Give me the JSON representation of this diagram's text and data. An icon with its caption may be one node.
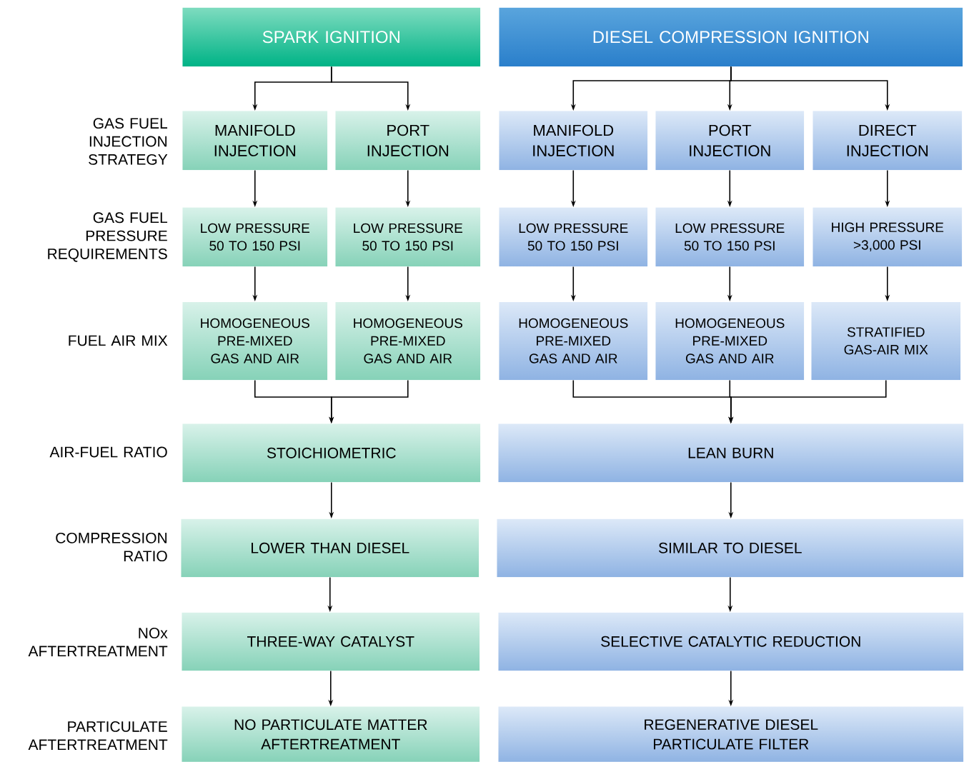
{
  "diagram": {
    "nodes": [
      {
        "text": [
          "SPARK IGNITION"
        ]
      },
      {
        "text": [
          "DIESEL COMPRESSION IGNITION"
        ]
      },
      {
        "text": [
          "MANIFOLD INJECTION"
        ]
      },
      {
        "text": [
          "PORT INJECTION"
        ]
      },
      {
        "text": [
          "MANIFOLD INJECTION"
        ]
      },
      {
        "text": [
          "PORT INJECTION"
        ]
      },
      {
        "text": [
          "DIRECT INJECTION"
        ]
      },
      {
        "text": [
          "LOW PRESSURE 50 TO 150 PSI"
        ]
      },
      {
        "text": [
          "LOW PRESSURE 50 TO 150 PSI"
        ]
      },
      {
        "text": [
          "LOW PRESSURE 50 TO 150 PSI"
        ]
      },
      {
        "text": [
          "LOW PRESSURE 50 TO 150 PSI"
        ]
      },
      {
        "text": [
          "HIGH PRESSURE >3,000 PSI"
        ]
      },
      {
        "text": [
          "HOMOGENEOUS PRE-MIXED GAS AND AIR"
        ]
      },
      {
        "text": [
          "HOMOGENEOUS PRE-MIXED GAS AND AIR"
        ]
      },
      {
        "text": [
          "HOMOGENEOUS PRE-MIXED GAS AND AIR"
        ]
      },
      {
        "text": [
          "HOMOGENEOUS PRE-MIXED GAS AND AIR"
        ]
      },
      {
        "text": [
          "STRATIFIED GAS-AIR MIX"
        ]
      },
      {
        "text": [
          "STOICHIOMETRIC"
        ]
      },
      {
        "text": [
          "LEAN BURN"
        ]
      },
      {
        "text": [
          "LOWER THAN DIESEL"
        ]
      },
      {
        "text": [
          "SIMILAR TO DIESEL"
        ]
      },
      {
        "text": [
          "THREE-WAY CATALYST"
        ]
      },
      {
        "text": [
          "SELECTIVE CATALYTIC REDUCTION"
        ]
      },
      {
        "text": [
          "NO PARTICULATE MATTER AFTERTREATMENT"
        ]
      },
      {
        "text": [
          "REGENERATIVE DIESEL PARTICULATE FILTER"
        ]
      }
    ],
    "edges": [
      {
        "from": 0,
        "to": 2,
        "arrow": "to"
      },
      {
        "from": 0,
        "to": 3,
        "arrow": "to"
      },
      {
        "from": 1,
        "to": 4,
        "arrow": "to"
      },
      {
        "from": 1,
        "to": 5,
        "arrow": "to"
      },
      {
        "from": 1,
        "to": 6,
        "arrow": "to"
      },
      {
        "from": 2,
        "to": 7,
        "arrow": "to"
      },
      {
        "from": 3,
        "to": 8,
        "arrow": "to"
      },
      {
        "from": 4,
        "to": 9,
        "arrow": "to"
      },
      {
        "from": 5,
        "to": 10,
        "arrow": "to"
      },
      {
        "from": 6,
        "to": 11,
        "arrow": "to"
      },
      {
        "from": 7,
        "to": 12,
        "arrow": "to"
      },
      {
        "from": 8,
        "to": 13,
        "arrow": "to"
      },
      {
        "from": 9,
        "to": 14,
        "arrow": "to"
      },
      {
        "from": 10,
        "to": 15,
        "arrow": "to"
      },
      {
        "from": 11,
        "to": 16,
        "arrow": "to"
      },
      {
        "from": 12,
        "to": 17,
        "arrow": "to"
      },
      {
        "from": 13,
        "to": 17,
        "arrow": "to"
      },
      {
        "from": 14,
        "to": 18,
        "arrow": "to"
      },
      {
        "from": 15,
        "to": 18,
        "arrow": "to"
      },
      {
        "from": 16,
        "to": 18,
        "arrow": "to"
      },
      {
        "from": 17,
        "to": 19,
        "arrow": "to"
      },
      {
        "from": 18,
        "to": 20,
        "arrow": "to"
      },
      {
        "from": 19,
        "to": 21,
        "arrow": "to"
      },
      {
        "from": 20,
        "to": 22,
        "arrow": "to"
      },
      {
        "from": 21,
        "to": 23,
        "arrow": "to"
      },
      {
        "from": 22,
        "to": 24,
        "arrow": "to"
      }
    ],
    "labels": [
      "GAS FUEL INJECTION STRATEGY",
      "GAS FUEL PRESSURE REQUIREMENTS",
      "FUEL AIR MIX",
      "AIR-FUEL RATIO",
      "COMPRESSION RATIO",
      "NOx AFTERTREATMENT",
      "PARTICULATE AFTERTREATMENT"
    ]
  }
}
